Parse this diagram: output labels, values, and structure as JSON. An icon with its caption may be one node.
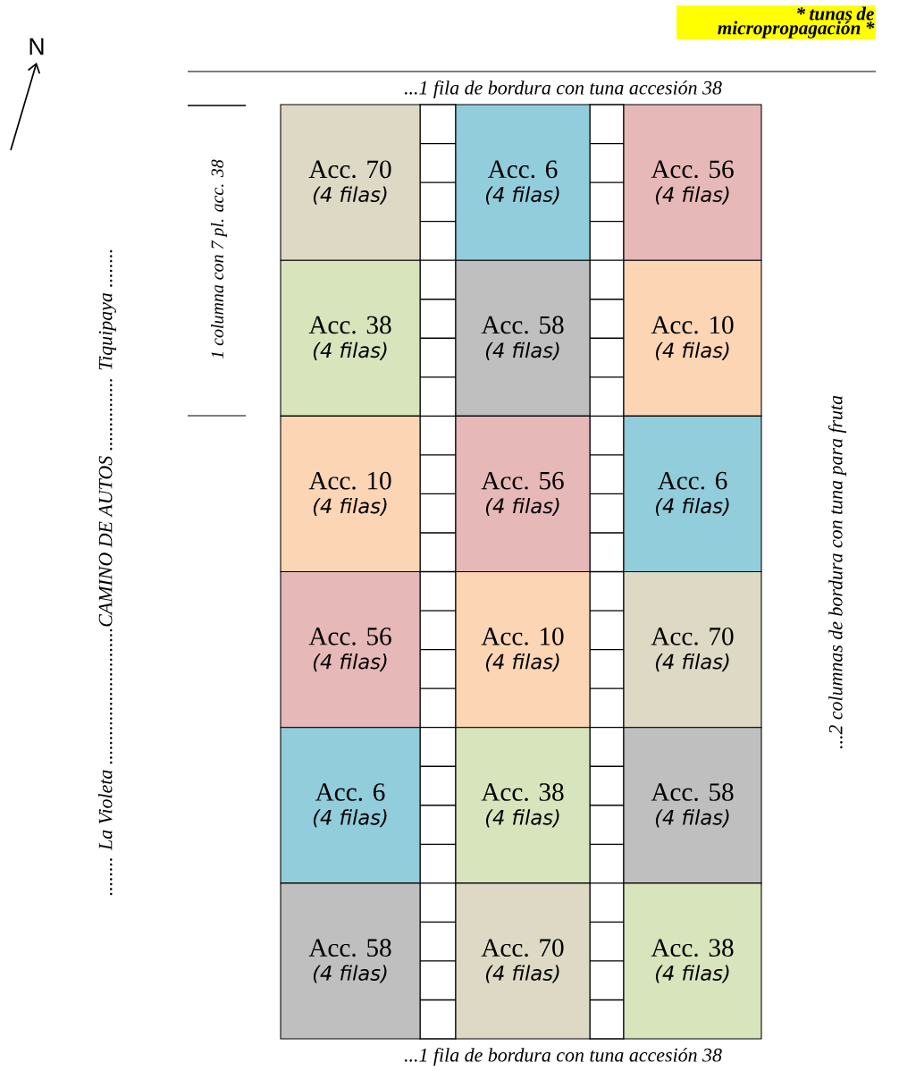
{
  "diagram": {
    "nodes": [
      {
        "text": [
          "Acc. 70",
          "(4 filas)"
        ]
      },
      {
        "text": [
          "Acc. 6",
          "(4 filas)"
        ]
      },
      {
        "text": [
          "Acc. 56",
          "(4 filas)"
        ]
      },
      {
        "text": [
          "Acc. 38",
          "(4 filas)"
        ]
      },
      {
        "text": [
          "Acc. 58",
          "(4 filas)"
        ]
      },
      {
        "text": [
          "Acc. 10",
          "(4 filas)"
        ]
      },
      {
        "text": [
          "Acc. 10",
          "(4 filas)"
        ]
      },
      {
        "text": [
          "Acc. 56",
          "(4 filas)"
        ]
      },
      {
        "text": [
          "Acc. 6",
          "(4 filas)"
        ]
      },
      {
        "text": [
          "Acc. 56",
          "(4 filas)"
        ]
      },
      {
        "text": [
          "Acc. 10",
          "(4 filas)"
        ]
      },
      {
        "text": [
          "Acc. 70",
          "(4 filas)"
        ]
      },
      {
        "text": [
          "Acc. 6",
          "(4 filas)"
        ]
      },
      {
        "text": [
          "Acc. 38",
          "(4 filas)"
        ]
      },
      {
        "text": [
          "Acc. 58",
          "(4 filas)"
        ]
      },
      {
        "text": [
          "Acc. 58",
          "(4 filas)"
        ]
      },
      {
        "text": [
          "Acc. 70",
          "(4 filas)"
        ]
      },
      {
        "text": [
          "Acc. 38",
          "(4 filas)"
        ]
      }
    ],
    "edges": [],
    "labels": [
      "*** tunas de micropropagación ***",
      "N",
      "...1 fila de bordura con tuna accesión 38",
      "1 columna con 7 pl. acc. 38",
      "........ La Violeta ............................CAMINO DE AUTOS ............... Tiquipaya ........",
      "...2 columnas de bordura con tuna para fruta",
      "...1 fila de bordura con tuna accesión 38"
    ]
  }
}
